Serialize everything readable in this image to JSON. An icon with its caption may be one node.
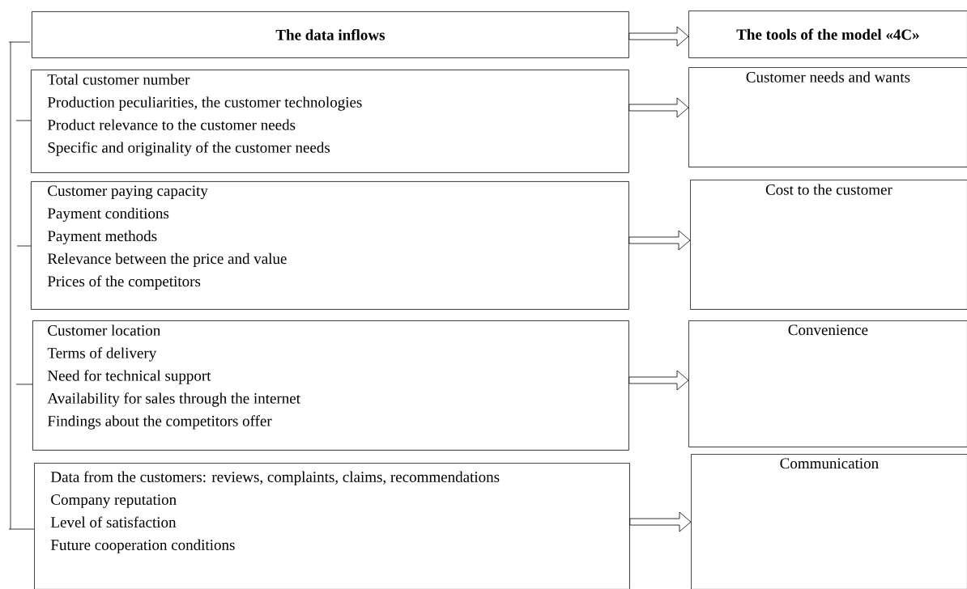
{
  "diagram": {
    "nodes": [
      {
        "text": [
          "The data inflows"
        ]
      },
      {
        "text": [
          "Total customer number",
          "Production peculiarities, the customer technologies",
          "Product relevance to the customer needs",
          "Specific and originality of the  customer needs"
        ]
      },
      {
        "text": [
          "Customer paying capacity",
          "Payment conditions",
          "Payment methods",
          "Relevance between the price and value",
          "Prices of the competitors"
        ]
      },
      {
        "text": [
          "Customer location",
          "Terms of delivery",
          "Need for technical support",
          "Availability for sales through the internet",
          "Findings about the competitors offer"
        ]
      },
      {
        "text": [
          "Data from the customers: reviews, complaints, claims, recommendations",
          "Company reputation",
          "Level of satisfaction",
          "Future cooperation conditions"
        ]
      },
      {
        "text": [
          "The tools of the model «4C»"
        ]
      },
      {
        "text": [
          "Customer needs and wants"
        ]
      },
      {
        "text": [
          "Cost to the customer"
        ]
      },
      {
        "text": [
          "Convenience"
        ]
      },
      {
        "text": [
          "Communication"
        ]
      }
    ],
    "edges": [
      {
        "from": 0,
        "to": 5,
        "arrow": "to"
      },
      {
        "from": 1,
        "to": 6,
        "arrow": "to"
      },
      {
        "from": 2,
        "to": 7,
        "arrow": "to"
      },
      {
        "from": 3,
        "to": 8,
        "arrow": "to"
      },
      {
        "from": 4,
        "to": 9,
        "arrow": "to"
      }
    ]
  }
}
